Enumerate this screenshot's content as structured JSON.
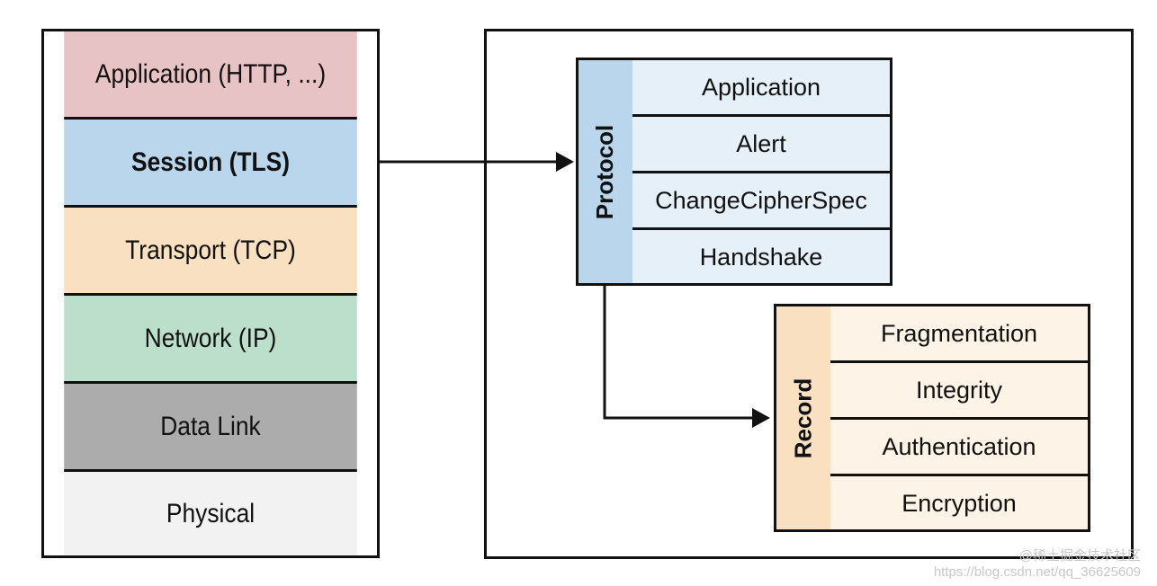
{
  "osi_stack": {
    "layers": [
      {
        "label": "Application (HTTP, ...)",
        "color": "#e8c3c6"
      },
      {
        "label": "Session (TLS)",
        "color": "#b9d6ec",
        "bold": true
      },
      {
        "label": "Transport (TCP)",
        "color": "#f8e0c0"
      },
      {
        "label": "Network (IP)",
        "color": "#bcdfcc"
      },
      {
        "label": "Data Link",
        "color": "#acacac"
      },
      {
        "label": "Physical",
        "color": "#f2f2f2"
      }
    ]
  },
  "protocol": {
    "label": "Protocol",
    "label_color": "#b9d6ec",
    "cell_color": "#e6f0f8",
    "items": [
      "Application",
      "Alert",
      "ChangeCipherSpec",
      "Handshake"
    ]
  },
  "record": {
    "label": "Record",
    "label_color": "#f8e0c0",
    "cell_color": "#fdf3e6",
    "items": [
      "Fragmentation",
      "Integrity",
      "Authentication",
      "Encryption"
    ]
  },
  "watermark": {
    "line1": "@稀土掘金技术社区",
    "line2": "https://blog.csdn.net/qq_36625609"
  }
}
